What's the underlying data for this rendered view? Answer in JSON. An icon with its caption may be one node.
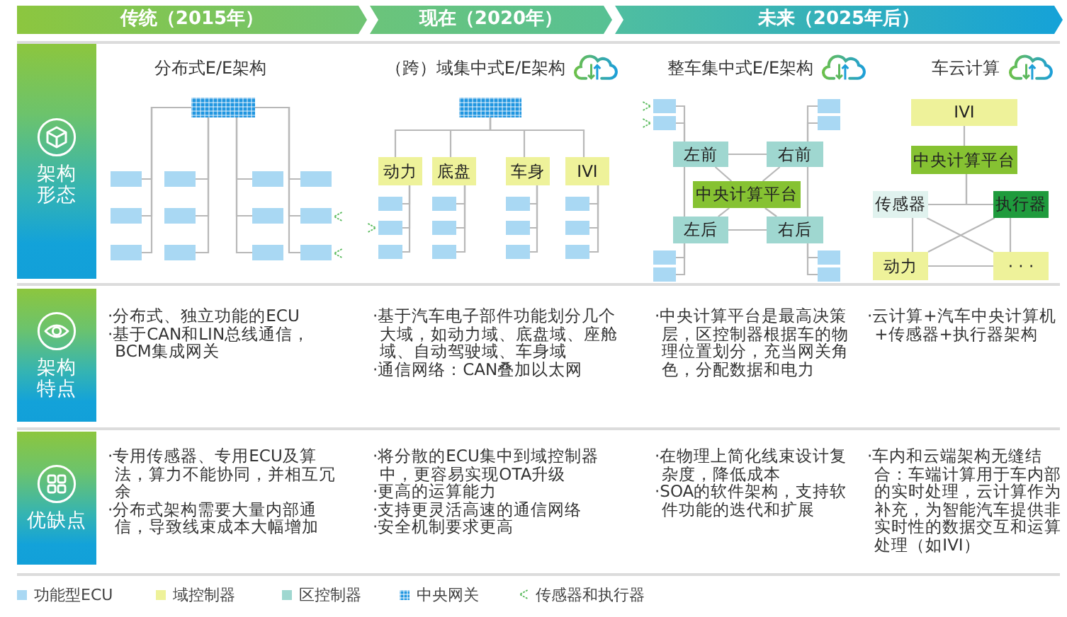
{
  "diagram": {
    "nodes": [
      {
        "text": [
          "传统（2015年）"
        ]
      },
      {
        "text": [
          "现在（2020年）"
        ]
      },
      {
        "text": [
          "未来（2025年后）"
        ]
      },
      {
        "text": [
          "架构形态"
        ]
      },
      {
        "text": [],
        "shape": "box"
      },
      {
        "text": [],
        "shape": "box"
      },
      {
        "text": [],
        "shape": "box"
      },
      {
        "text": [],
        "shape": "box"
      },
      {
        "text": [],
        "shape": "box"
      },
      {
        "text": [],
        "shape": "box"
      },
      {
        "text": [],
        "shape": "box"
      },
      {
        "text": [],
        "shape": "box"
      },
      {
        "text": [],
        "shape": "box"
      },
      {
        "text": [],
        "shape": "box"
      },
      {
        "text": [],
        "shape": "box"
      },
      {
        "text": [],
        "shape": "box"
      },
      {
        "text": [],
        "shape": "box"
      },
      {
        "text": [],
        "shape": "box"
      },
      {
        "text": [
          "动力"
        ]
      },
      {
        "text": [
          "底盘"
        ]
      },
      {
        "text": [
          "车身"
        ]
      },
      {
        "text": [
          "IVI"
        ]
      },
      {
        "text": [],
        "shape": "box"
      },
      {
        "text": [],
        "shape": "box"
      },
      {
        "text": [],
        "shape": "box"
      },
      {
        "text": [],
        "shape": "box"
      },
      {
        "text": [],
        "shape": "box"
      },
      {
        "text": [],
        "shape": "box"
      },
      {
        "text": [],
        "shape": "box"
      },
      {
        "text": [],
        "shape": "box"
      },
      {
        "text": [],
        "shape": "box"
      },
      {
        "text": [],
        "shape": "box"
      },
      {
        "text": [],
        "shape": "box"
      },
      {
        "text": [],
        "shape": "box"
      },
      {
        "text": [],
        "shape": "box"
      },
      {
        "text": [],
        "shape": "box"
      },
      {
        "text": [],
        "shape": "box"
      },
      {
        "text": [],
        "shape": "box"
      },
      {
        "text": [
          "左前"
        ]
      },
      {
        "text": [
          "右前"
        ]
      },
      {
        "text": [
          "中央计算平台"
        ]
      },
      {
        "text": [
          "左后"
        ]
      },
      {
        "text": [
          "右后"
        ]
      },
      {
        "text": [],
        "shape": "box"
      },
      {
        "text": [],
        "shape": "box"
      },
      {
        "text": [],
        "shape": "box"
      },
      {
        "text": [],
        "shape": "box"
      },
      {
        "text": [
          "IVI"
        ]
      },
      {
        "text": [
          "中央计算平台"
        ]
      },
      {
        "text": [
          "传感器"
        ]
      },
      {
        "text": [
          "执行器"
        ]
      },
      {
        "text": [
          "动力"
        ]
      },
      {
        "text": [
          "· · ·"
        ]
      },
      {
        "text": [
          "架构特点"
        ]
      },
      {
        "text": [
          "优缺点"
        ]
      }
    ],
    "edges": [
      {
        "from": 4,
        "to": 5,
        "arrow": "none"
      },
      {
        "from": 4,
        "to": 6,
        "arrow": "none"
      },
      {
        "from": 4,
        "to": 7,
        "arrow": "none"
      },
      {
        "from": 4,
        "to": 8,
        "arrow": "none"
      },
      {
        "from": 4,
        "to": 9,
        "arrow": "none"
      },
      {
        "from": 4,
        "to": 10,
        "arrow": "none"
      },
      {
        "from": 4,
        "to": 11,
        "arrow": "none"
      },
      {
        "from": 4,
        "to": 12,
        "arrow": "none"
      },
      {
        "from": 4,
        "to": 13,
        "arrow": "none"
      },
      {
        "from": 4,
        "to": 14,
        "arrow": "none"
      },
      {
        "from": 4,
        "to": 15,
        "arrow": "none"
      },
      {
        "from": 4,
        "to": 16,
        "arrow": "none"
      },
      {
        "from": 17,
        "to": 18,
        "arrow": "none"
      },
      {
        "from": 17,
        "to": 19,
        "arrow": "none"
      },
      {
        "from": 17,
        "to": 20,
        "arrow": "none"
      },
      {
        "from": 17,
        "to": 21,
        "arrow": "none"
      },
      {
        "from": 18,
        "to": 22,
        "arrow": "none"
      },
      {
        "from": 18,
        "to": 26,
        "arrow": "none"
      },
      {
        "from": 18,
        "to": 30,
        "arrow": "none"
      },
      {
        "from": 19,
        "to": 23,
        "arrow": "none"
      },
      {
        "from": 19,
        "to": 27,
        "arrow": "none"
      },
      {
        "from": 19,
        "to": 31,
        "arrow": "none"
      },
      {
        "from": 20,
        "to": 24,
        "arrow": "none"
      },
      {
        "from": 20,
        "to": 28,
        "arrow": "none"
      },
      {
        "from": 20,
        "to": 32,
        "arrow": "none"
      },
      {
        "from": 21,
        "to": 25,
        "arrow": "none"
      },
      {
        "from": 21,
        "to": 29,
        "arrow": "none"
      },
      {
        "from": 21,
        "to": 33,
        "arrow": "none"
      },
      {
        "from": 38,
        "to": 34,
        "arrow": "none"
      },
      {
        "from": 38,
        "to": 36,
        "arrow": "none"
      },
      {
        "from": 39,
        "to": 35,
        "arrow": "none"
      },
      {
        "from": 39,
        "to": 37,
        "arrow": "none"
      },
      {
        "from": 38,
        "to": 39,
        "arrow": "none"
      },
      {
        "from": 40,
        "to": 38,
        "arrow": "none"
      },
      {
        "from": 40,
        "to": 39,
        "arrow": "none"
      },
      {
        "from": 40,
        "to": 41,
        "arrow": "none"
      },
      {
        "from": 40,
        "to": 42,
        "arrow": "none"
      },
      {
        "from": 41,
        "to": 42,
        "arrow": "none"
      },
      {
        "from": 41,
        "to": 43,
        "arrow": "none"
      },
      {
        "from": 41,
        "to": 45,
        "arrow": "none"
      },
      {
        "from": 42,
        "to": 44,
        "arrow": "none"
      },
      {
        "from": 42,
        "to": 46,
        "arrow": "none"
      },
      {
        "from": 47,
        "to": 48,
        "arrow": "none"
      },
      {
        "from": 48,
        "to": 49,
        "arrow": "none"
      },
      {
        "from": 48,
        "to": 50,
        "arrow": "none"
      },
      {
        "from": 49,
        "to": 51,
        "arrow": "none"
      },
      {
        "from": 50,
        "to": 52,
        "arrow": "none"
      },
      {
        "from": 51,
        "to": 52,
        "arrow": "none"
      },
      {
        "from": 49,
        "to": 52,
        "arrow": "none"
      },
      {
        "from": 50,
        "to": 51,
        "arrow": "none"
      },
      {
        "from": 38,
        "to": 41,
        "arrow": "none"
      },
      {
        "from": 39,
        "to": 42,
        "arrow": "none"
      }
    ],
    "labels": [
      "分布式E/E架构",
      "（跨）域集中式E/E架构",
      "整车集中式E/E架构",
      "车云计算",
      "·分布式、独立功能的ECU",
      "·基于CAN和LIN总线通信，BCM集成网关",
      "·基于汽车电子部件功能划分几个大域，如动力域、底盘域、座舱域、自动驾驶域、车身域",
      "·通信网络：CAN叠加以太网",
      "·中央计算平台是最高决策层，区控制器根据车的物理位置划分，充当网关角色，分配数据和电力",
      "·云计算+汽车中央计算机+传感器+执行器架构",
      "·专用传感器、专用ECU及算法，算力不能协同，并相互冗余",
      "·分布式架构需要大量内部通信，导致线束成本大幅增加",
      "·将分散的ECU集中到域控制器中，更容易实现OTA升级",
      "·更高的运算能力",
      "·支持更灵活高速的通信网络",
      "·安全机制要求更高",
      "·在物理上简化线束设计复杂度，降低成本",
      "·SOA的软件架构，支持软件功能的迭代和扩展",
      "·车内和云端架构无缝结合：车端计算用于车内部的实时处理，云计算作为补充，为智能汽车提供非实时性的数据交互和运算处理（如IVI）"
    ],
    "legend": [
      {
        "text": "功能型ECU",
        "color": "#a9d8f3"
      },
      {
        "text": "域控制器",
        "color": "#eef29a"
      },
      {
        "text": "区控制器",
        "color": "#9fd7d0"
      },
      {
        "text": "中央网关",
        "color": "#2196e0"
      },
      {
        "text": "传感器和执行器"
      }
    ]
  }
}
